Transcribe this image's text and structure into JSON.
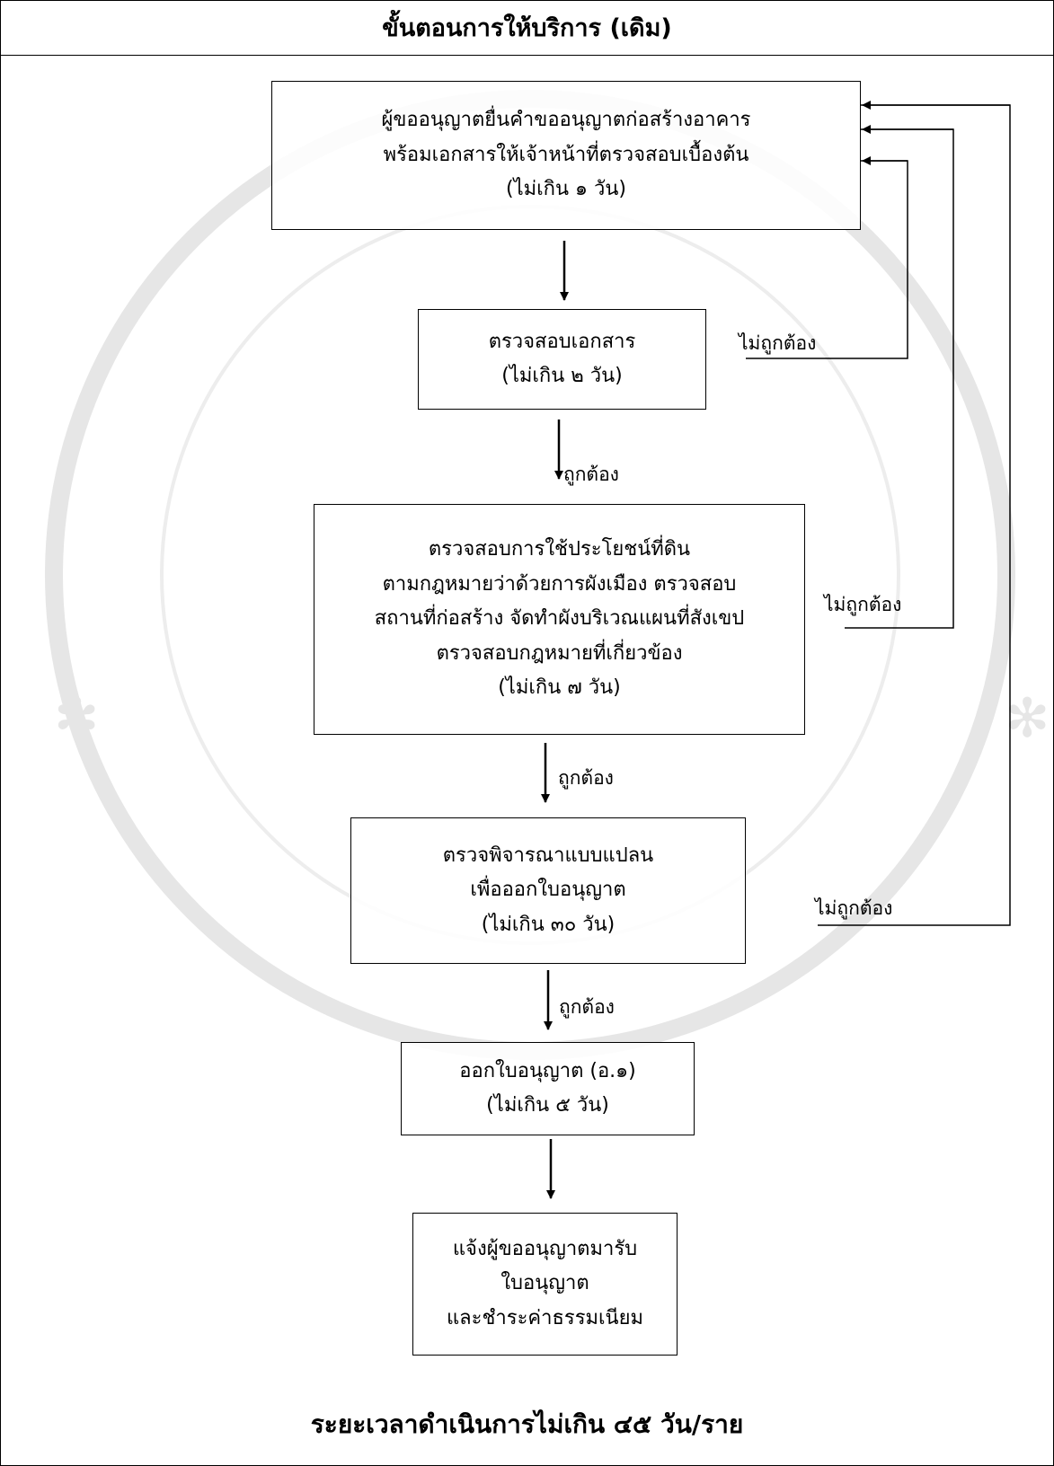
{
  "title": "ขั้นตอนการให้บริการ (เดิม)",
  "steps": [
    {
      "id": "submit",
      "lines": [
        "ผู้ขออนุญาตยื่นคำขออนุญาตก่อสร้างอาคาร",
        "พร้อมเอกสารให้เจ้าหน้าที่ตรวจสอบเบื้องต้น",
        "(ไม่เกิน ๑ วัน)"
      ]
    },
    {
      "id": "check-docs",
      "lines": [
        "ตรวจสอบเอกสาร",
        "(ไม่เกิน ๒ วัน)"
      ]
    },
    {
      "id": "check-land",
      "lines": [
        "ตรวจสอบการใช้ประโยชน์ที่ดิน",
        "ตามกฎหมายว่าด้วยการผังเมือง ตรวจสอบ",
        "สถานที่ก่อสร้าง จัดทำผังบริเวณแผนที่สังเขป",
        "ตรวจสอบกฎหมายที่เกี่ยวข้อง",
        "(ไม่เกิน ๗ วัน)"
      ]
    },
    {
      "id": "review-plan",
      "lines": [
        "ตรวจพิจารณาแบบแปลน",
        "เพื่อออกใบอนุญาต",
        "(ไม่เกิน ๓๐ วัน)"
      ]
    },
    {
      "id": "issue",
      "lines": [
        "ออกใบอนุญาต (อ.๑)",
        "(ไม่เกิน ๕ วัน)"
      ]
    },
    {
      "id": "notify",
      "lines": [
        "แจ้งผู้ขออนุญาตมารับ",
        "ใบอนุญาต",
        "และชำระค่าธรรมเนียม"
      ]
    }
  ],
  "labels": {
    "correct": "ถูกต้อง",
    "incorrect": "ไม่ถูกต้อง"
  },
  "footer": "ระยะเวลาดำเนินการไม่เกิน ๔๕ วัน/ราย"
}
